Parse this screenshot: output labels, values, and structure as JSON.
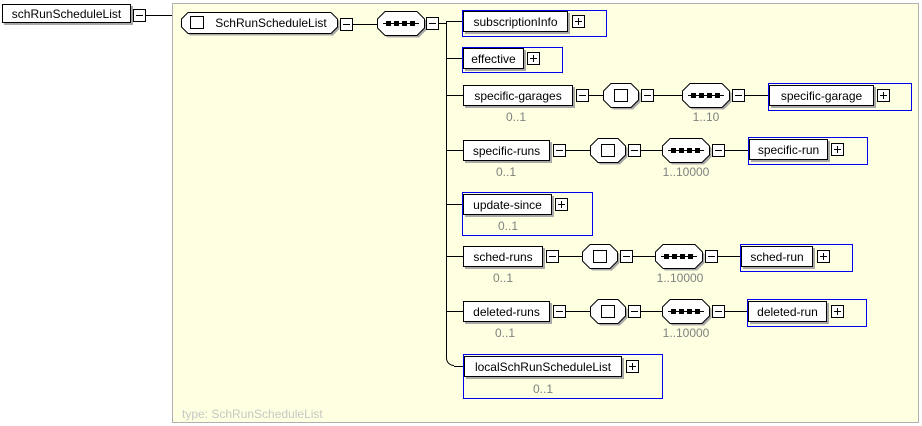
{
  "diagram": {
    "root": {
      "label": "schRunScheduleList"
    },
    "type_box": {
      "label": "SchRunScheduleList"
    },
    "type_caption": "type: SchRunScheduleList",
    "colors": {
      "canvas_background": "#ffffe1",
      "canvas_border": "#b0b0b0",
      "expansion_frame": "#0000f0",
      "box_shadow": "#a8a8a8",
      "cardinality_text": "#808080",
      "caption_text": "#c8c8c4"
    },
    "icons": {
      "sequence": "sequence-model-group",
      "complex_type": "complex-type-indicator",
      "expand": "plus-box",
      "collapse": "minus-box"
    },
    "children": [
      {
        "label": "subscriptionInfo"
      },
      {
        "label": "effective"
      },
      {
        "label": "specific-garages",
        "cardinality": "0..1",
        "seq_occurs": "1..10",
        "child": {
          "label": "specific-garage"
        }
      },
      {
        "label": "specific-runs",
        "cardinality": "0..1",
        "seq_occurs": "1..10000",
        "child": {
          "label": "specific-run"
        }
      },
      {
        "label": "update-since",
        "cardinality": "0..1"
      },
      {
        "label": "sched-runs",
        "cardinality": "0..1",
        "seq_occurs": "1..10000",
        "child": {
          "label": "sched-run"
        }
      },
      {
        "label": "deleted-runs",
        "cardinality": "0..1",
        "seq_occurs": "1..10000",
        "child": {
          "label": "deleted-run"
        }
      },
      {
        "label": "localSchRunScheduleList",
        "cardinality": "0..1"
      }
    ]
  }
}
